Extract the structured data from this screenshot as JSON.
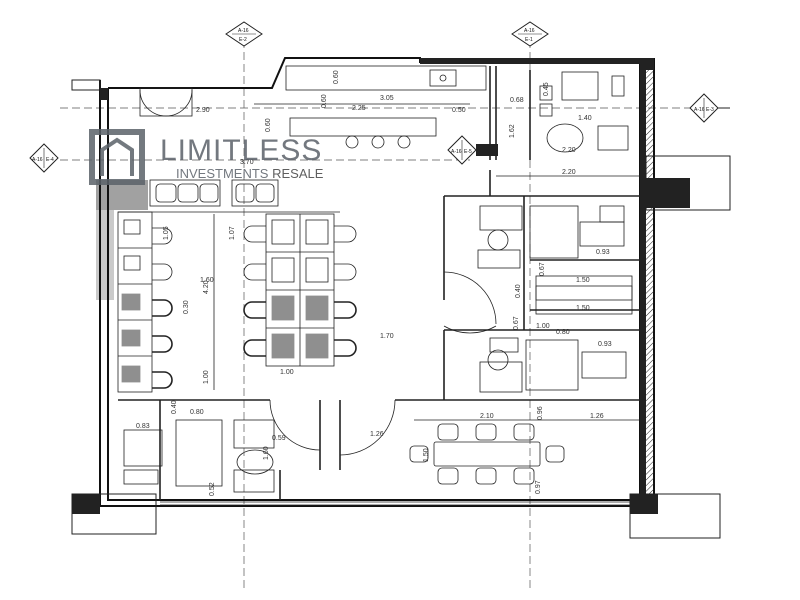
{
  "watermark": {
    "title": "LIMITLESS",
    "subtitle_a": "INVESTMENTS",
    "subtitle_b": "RESALE"
  },
  "section_markers": {
    "top_left": {
      "line1": "A-16",
      "line2": "E-2"
    },
    "top_right": {
      "line1": "A-16",
      "line2": "E-1"
    },
    "right": {
      "line1": "A-16",
      "line2": "E-3"
    },
    "left": {
      "line1": "A-16",
      "line2": "E-4"
    },
    "middle": {
      "line1": "A-16",
      "line2": "E-5"
    }
  },
  "dimensions": {
    "d_3_05": "3.05",
    "d_0_60": "0.60",
    "d_0_50": "0.50",
    "d_0_68": "0.68",
    "d_0_45": "0.45",
    "d_1_40": "1.40",
    "d_2_90": "2.90",
    "d_2_25": "2.25",
    "d_3_70": "3.70",
    "d_0_60b": "0.60",
    "d_0_60c": "0.60",
    "d_1_62": "1.62",
    "d_2_20a": "2.20",
    "d_2_20b": "2.20",
    "d_1_05": "1.05",
    "d_1_07": "1.07",
    "d_1_60": "1.60",
    "d_4_20": "4.20",
    "d_0_30": "0.30",
    "d_1_00a": "1.00",
    "d_1_00b": "1.00",
    "d_1_70": "1.70",
    "d_0_93a": "0.93",
    "d_0_93b": "0.93",
    "d_0_67": "0.67",
    "d_1_50a": "1.50",
    "d_1_50b": "1.50",
    "d_0_40": "0.40",
    "d_0_67b": "0.67",
    "d_1_00c": "1.00",
    "d_0_80a": "0.80",
    "d_0_80b": "0.80",
    "d_0_83": "0.83",
    "d_0_40b": "0.40",
    "d_0_59": "0.59",
    "d_1_60b": "1.60",
    "d_0_52": "0.52",
    "d_1_26a": "1.26",
    "d_1_26b": "1.26",
    "d_2_10": "2.10",
    "d_0_96": "0.96",
    "d_1_50c": "1.50",
    "d_0_97": "0.97"
  },
  "colors": {
    "wall": "#111111",
    "line": "#333333",
    "grey": "#8a8a8a",
    "watermark": "#5b6169"
  }
}
